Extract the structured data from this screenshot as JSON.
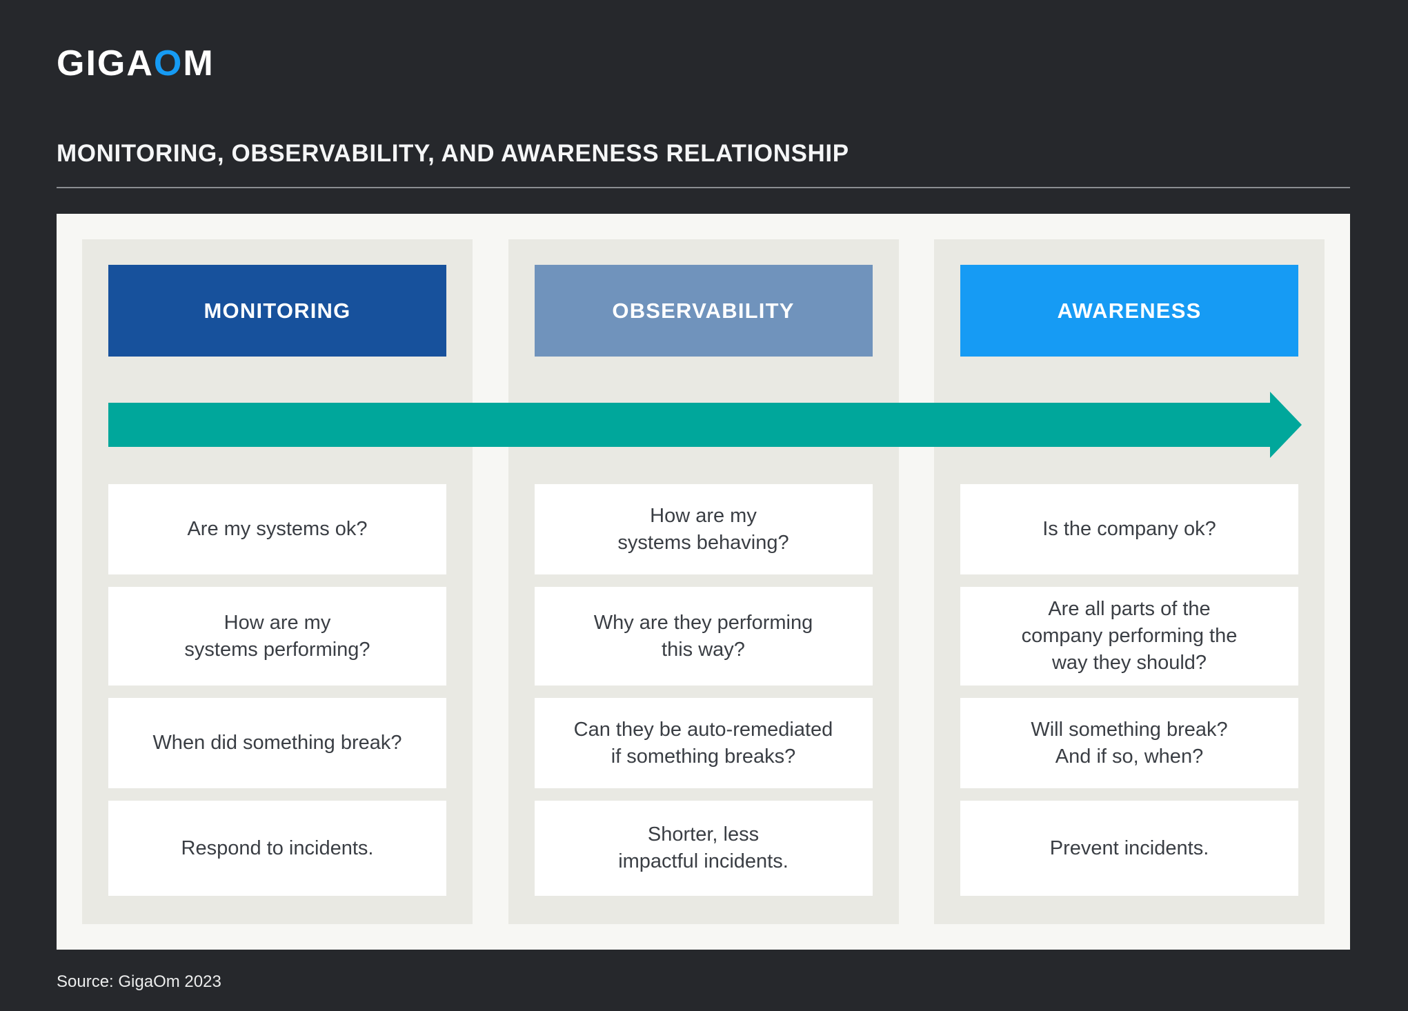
{
  "header": {
    "logo": {
      "prefix": "GIGA",
      "accent": "O",
      "suffix": "M"
    },
    "title": "MONITORING, OBSERVABILITY, AND AWARENESS RELATIONSHIP"
  },
  "colors": {
    "page_background": "#26282C",
    "panel_background": "#F7F7F4",
    "column_background": "#E9E9E3",
    "monitoring_header": "#17519C",
    "observability_header": "#7093BC",
    "awareness_header": "#169BF4",
    "arrow": "#00A79B",
    "logo_accent": "#169BF4"
  },
  "columns": [
    {
      "title": "MONITORING",
      "cards": [
        "Are my systems ok?",
        "How are my\nsystems performing?",
        "When did something break?",
        "Respond to incidents."
      ]
    },
    {
      "title": "OBSERVABILITY",
      "cards": [
        "How are my\nsystems behaving?",
        "Why are they performing\nthis way?",
        "Can they be auto-remediated\nif something breaks?",
        "Shorter, less\nimpactful incidents."
      ]
    },
    {
      "title": "AWARENESS",
      "cards": [
        "Is the company ok?",
        "Are all parts of the\ncompany performing the\nway they should?",
        "Will something break?\nAnd if so, when?",
        "Prevent incidents."
      ]
    }
  ],
  "footer": {
    "source": "Source: GigaOm 2023"
  }
}
